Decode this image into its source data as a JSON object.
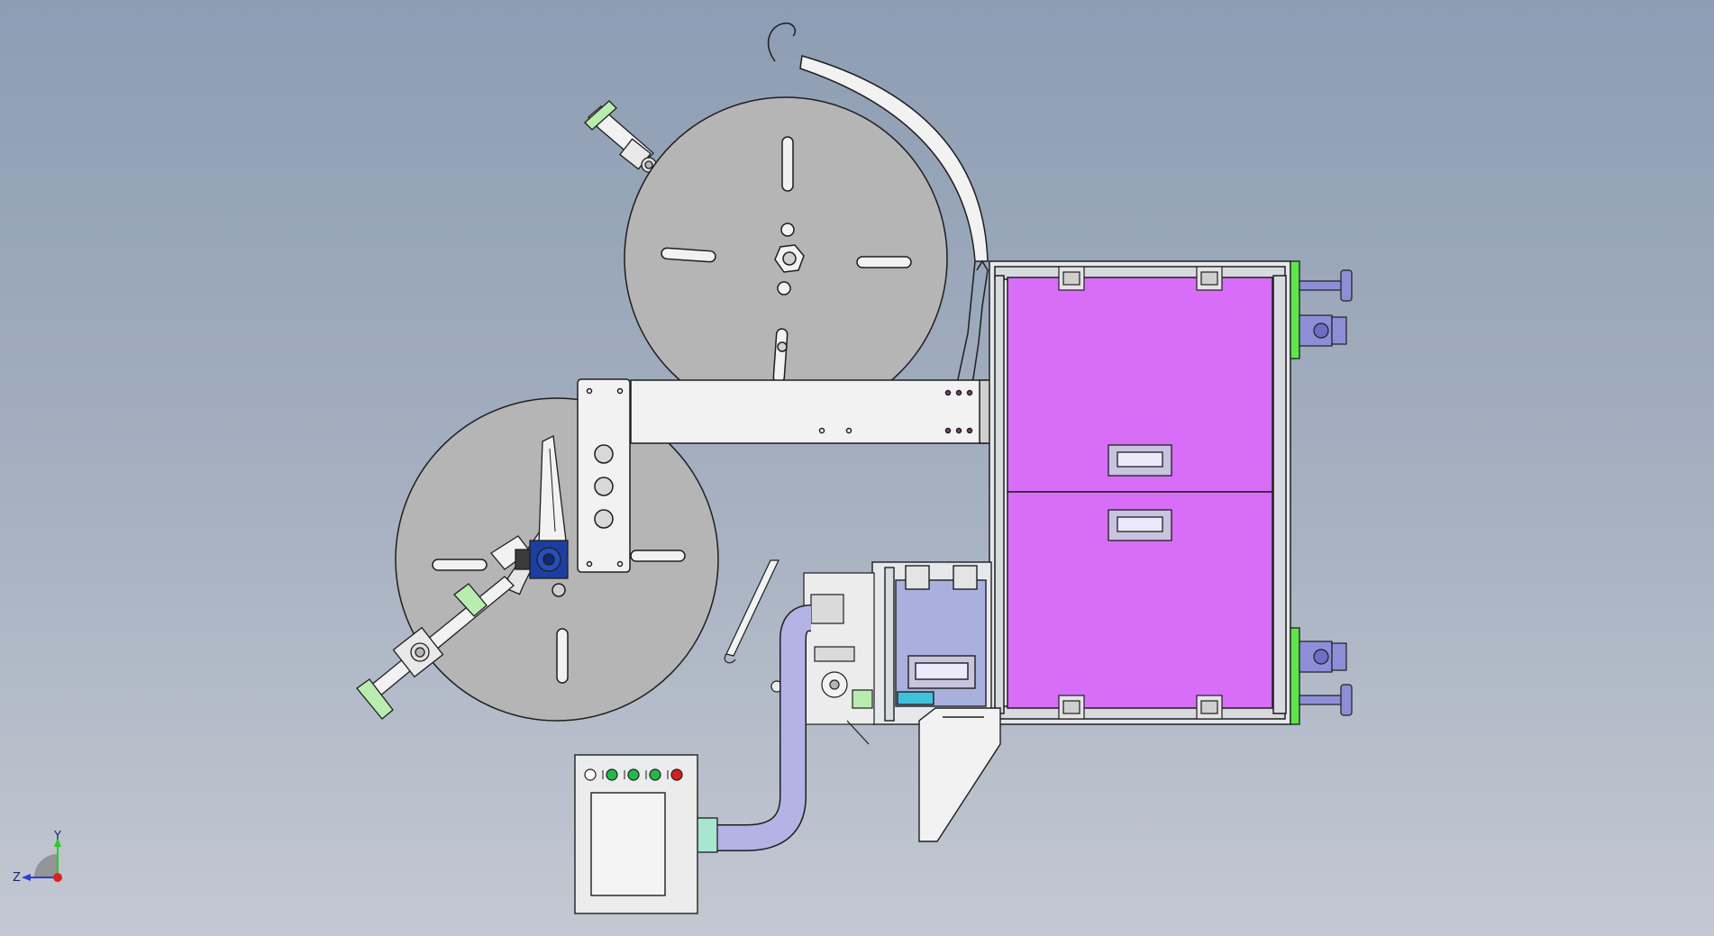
{
  "viewport": {
    "background_top": "#8d9db3",
    "background_bottom": "#c3c9d2"
  },
  "colors": {
    "outline": "#1e1e1e",
    "reel_fill": "#b5b5b5",
    "panel_fill": "#f2f2f2",
    "door_fill": "#d86ef7",
    "frame_fill": "#e6e8ec",
    "foot_fill": "#8d8fd6",
    "green_accent": "#5ee64a",
    "light_green": "#b9ecaf",
    "cyan_accent": "#3fc1dc",
    "hose_fill": "#b4b3e6",
    "hose_end_fill": "#a9e6cf",
    "control_box_fill": "#ececec",
    "button_green": "#23b84a",
    "button_red": "#d62020",
    "motor_blue": "#1b3fa0"
  },
  "control_box": {
    "buttons": [
      {
        "name": "indicator-light",
        "color": "#ffffff"
      },
      {
        "name": "green-button-1",
        "color": "#23b84a"
      },
      {
        "name": "green-button-2",
        "color": "#23b84a"
      },
      {
        "name": "green-button-3",
        "color": "#23b84a"
      },
      {
        "name": "emergency-stop-button",
        "color": "#d62020"
      }
    ]
  },
  "axis_triad": {
    "y_label": "Y",
    "z_label": "Z",
    "y_color": "#2cc92c",
    "z_color": "#2a3fd1",
    "x_color": "#e02020"
  }
}
